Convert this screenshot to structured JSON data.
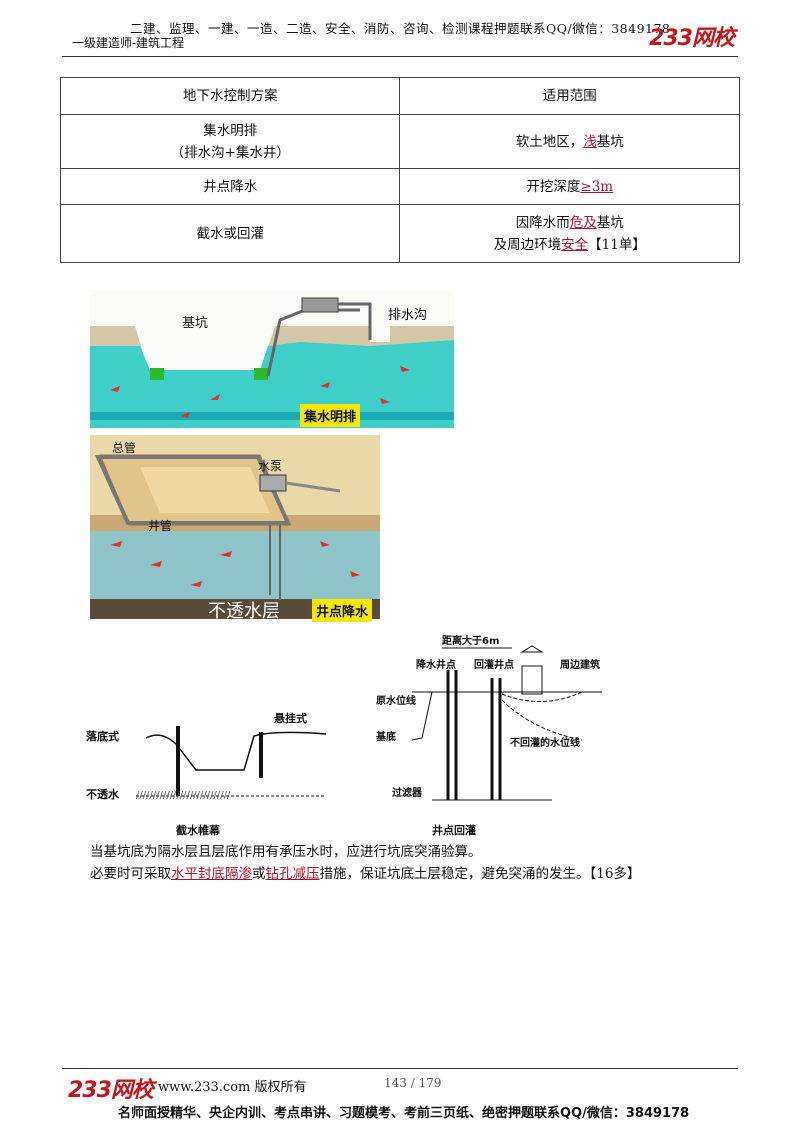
{
  "header": {
    "top_line": "二建、监理、一建、一造、二造、安全、消防、咨询、检测课程押题联系QQ/微信：3849178",
    "subtitle": "一级建造师-建筑工程",
    "logo": "233网校"
  },
  "table": {
    "headers": [
      "地下水控制方案",
      "适用范围"
    ],
    "rows": [
      {
        "method_line1": "集水明排",
        "method_line2": "（排水沟+集水井）",
        "range_pre": "软土地区，",
        "range_hl": "浅",
        "range_post": "基坑"
      },
      {
        "method_line1": "井点降水",
        "range_pre": "开挖深度",
        "range_hl": "≥3m"
      },
      {
        "method_line1": "截水或回灌",
        "range_line1_pre": "因降水而",
        "range_line1_hl": "危及",
        "range_line1_post": "基坑",
        "range_line2_pre": "及周边环境",
        "range_line2_hl": "安全",
        "range_line2_post": "【11单】"
      }
    ]
  },
  "figures": {
    "open_drainage": {
      "pit_label": "基坑",
      "ditch_label": "排水沟",
      "caption": "集水明排"
    },
    "wellpoint": {
      "main_pipe": "总管",
      "pump": "水泵",
      "well_pipe": "井管",
      "layer": "不透水层",
      "caption": "井点降水"
    },
    "cutoff": {
      "falling_bottom": "落底式",
      "hanging": "悬挂式",
      "impermeable": "不透水",
      "caption": "截水帷幕"
    },
    "recharge": {
      "distance": "距离大于6m",
      "dewatering_well": "降水井点",
      "recharge_well": "回灌井点",
      "building": "周边建筑",
      "original_level": "原水位线",
      "base": "基底",
      "no_recharge_level": "不回灌的水位线",
      "filter": "过滤器",
      "caption": "井点回灌"
    }
  },
  "body": {
    "p1": "当基坑底为隔水层且层底作用有承压水时，应进行坑底突涌验算。",
    "p2_pre": "必要时可采取",
    "p2_hl1": "水平封底隔渗",
    "p2_mid": "或",
    "p2_hl2": "钻孔减压",
    "p2_post": "措施，保证坑底土层稳定，避免突涌的发生。【16多】"
  },
  "footer": {
    "logo": "233网校",
    "site": "www.233.com 版权所有",
    "page": "143 / 179",
    "bottom_line": "名师面授精华、央企内训、考点串讲、习题模考、考前三页纸、绝密押题联系QQ/微信：3849178"
  }
}
